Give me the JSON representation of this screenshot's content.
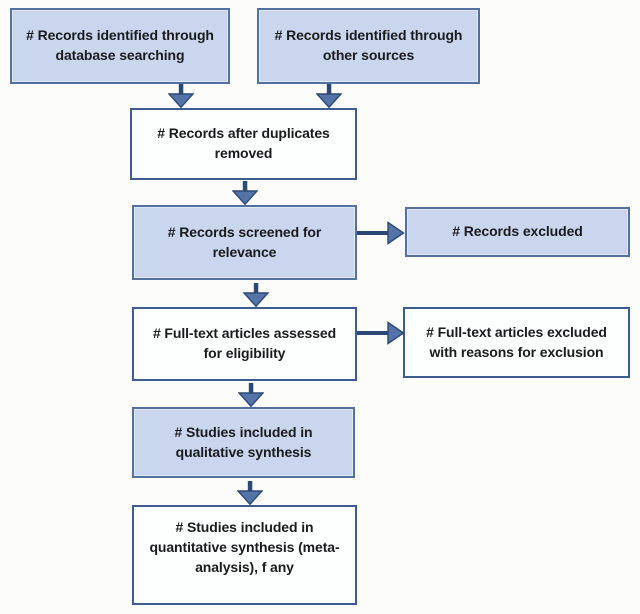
{
  "colors": {
    "box_fill_blue": "#c9d6ed",
    "box_fill_white": "#fdfefe",
    "box_border_filled": "#53719f",
    "box_border_outline": "#3d5c8f",
    "arrow_fill": "#5474a8",
    "arrow_stroke": "#2c4875",
    "text_color": "#1b1b1e",
    "bg": "#fcfcfb"
  },
  "diagram": {
    "type": "flowchart",
    "boxes": [
      {
        "id": "identified-database",
        "label": "# Records identified through\ndatabase searching",
        "variant": "filled"
      },
      {
        "id": "identified-other",
        "label": "# Records identified through\nother sources",
        "variant": "filled"
      },
      {
        "id": "duplicates-removed",
        "label": "# Records after duplicates\nremoved",
        "variant": "plain"
      },
      {
        "id": "screened",
        "label": "# Records screened for\nrelevance",
        "variant": "filled"
      },
      {
        "id": "records-excluded",
        "label": "# Records excluded",
        "variant": "filled"
      },
      {
        "id": "fulltext-assessed",
        "label": "# Full-text articles assessed\nfor eligibility",
        "variant": "plain"
      },
      {
        "id": "fulltext-excluded",
        "label": "# Full-text articles excluded\nwith reasons for exclusion",
        "variant": "plain"
      },
      {
        "id": "qualitative-synthesis",
        "label": "# Studies included in\nqualitative synthesis",
        "variant": "filled"
      },
      {
        "id": "quantitative-synthesis",
        "label": "# Studies included in\nquantitative synthesis (meta-\nanalysis), f any",
        "variant": "plain"
      }
    ],
    "edges": [
      {
        "from": "identified-database",
        "to": "duplicates-removed"
      },
      {
        "from": "identified-other",
        "to": "duplicates-removed"
      },
      {
        "from": "duplicates-removed",
        "to": "screened"
      },
      {
        "from": "screened",
        "to": "records-excluded"
      },
      {
        "from": "screened",
        "to": "fulltext-assessed"
      },
      {
        "from": "fulltext-assessed",
        "to": "fulltext-excluded"
      },
      {
        "from": "fulltext-assessed",
        "to": "qualitative-synthesis"
      },
      {
        "from": "qualitative-synthesis",
        "to": "quantitative-synthesis"
      }
    ]
  }
}
